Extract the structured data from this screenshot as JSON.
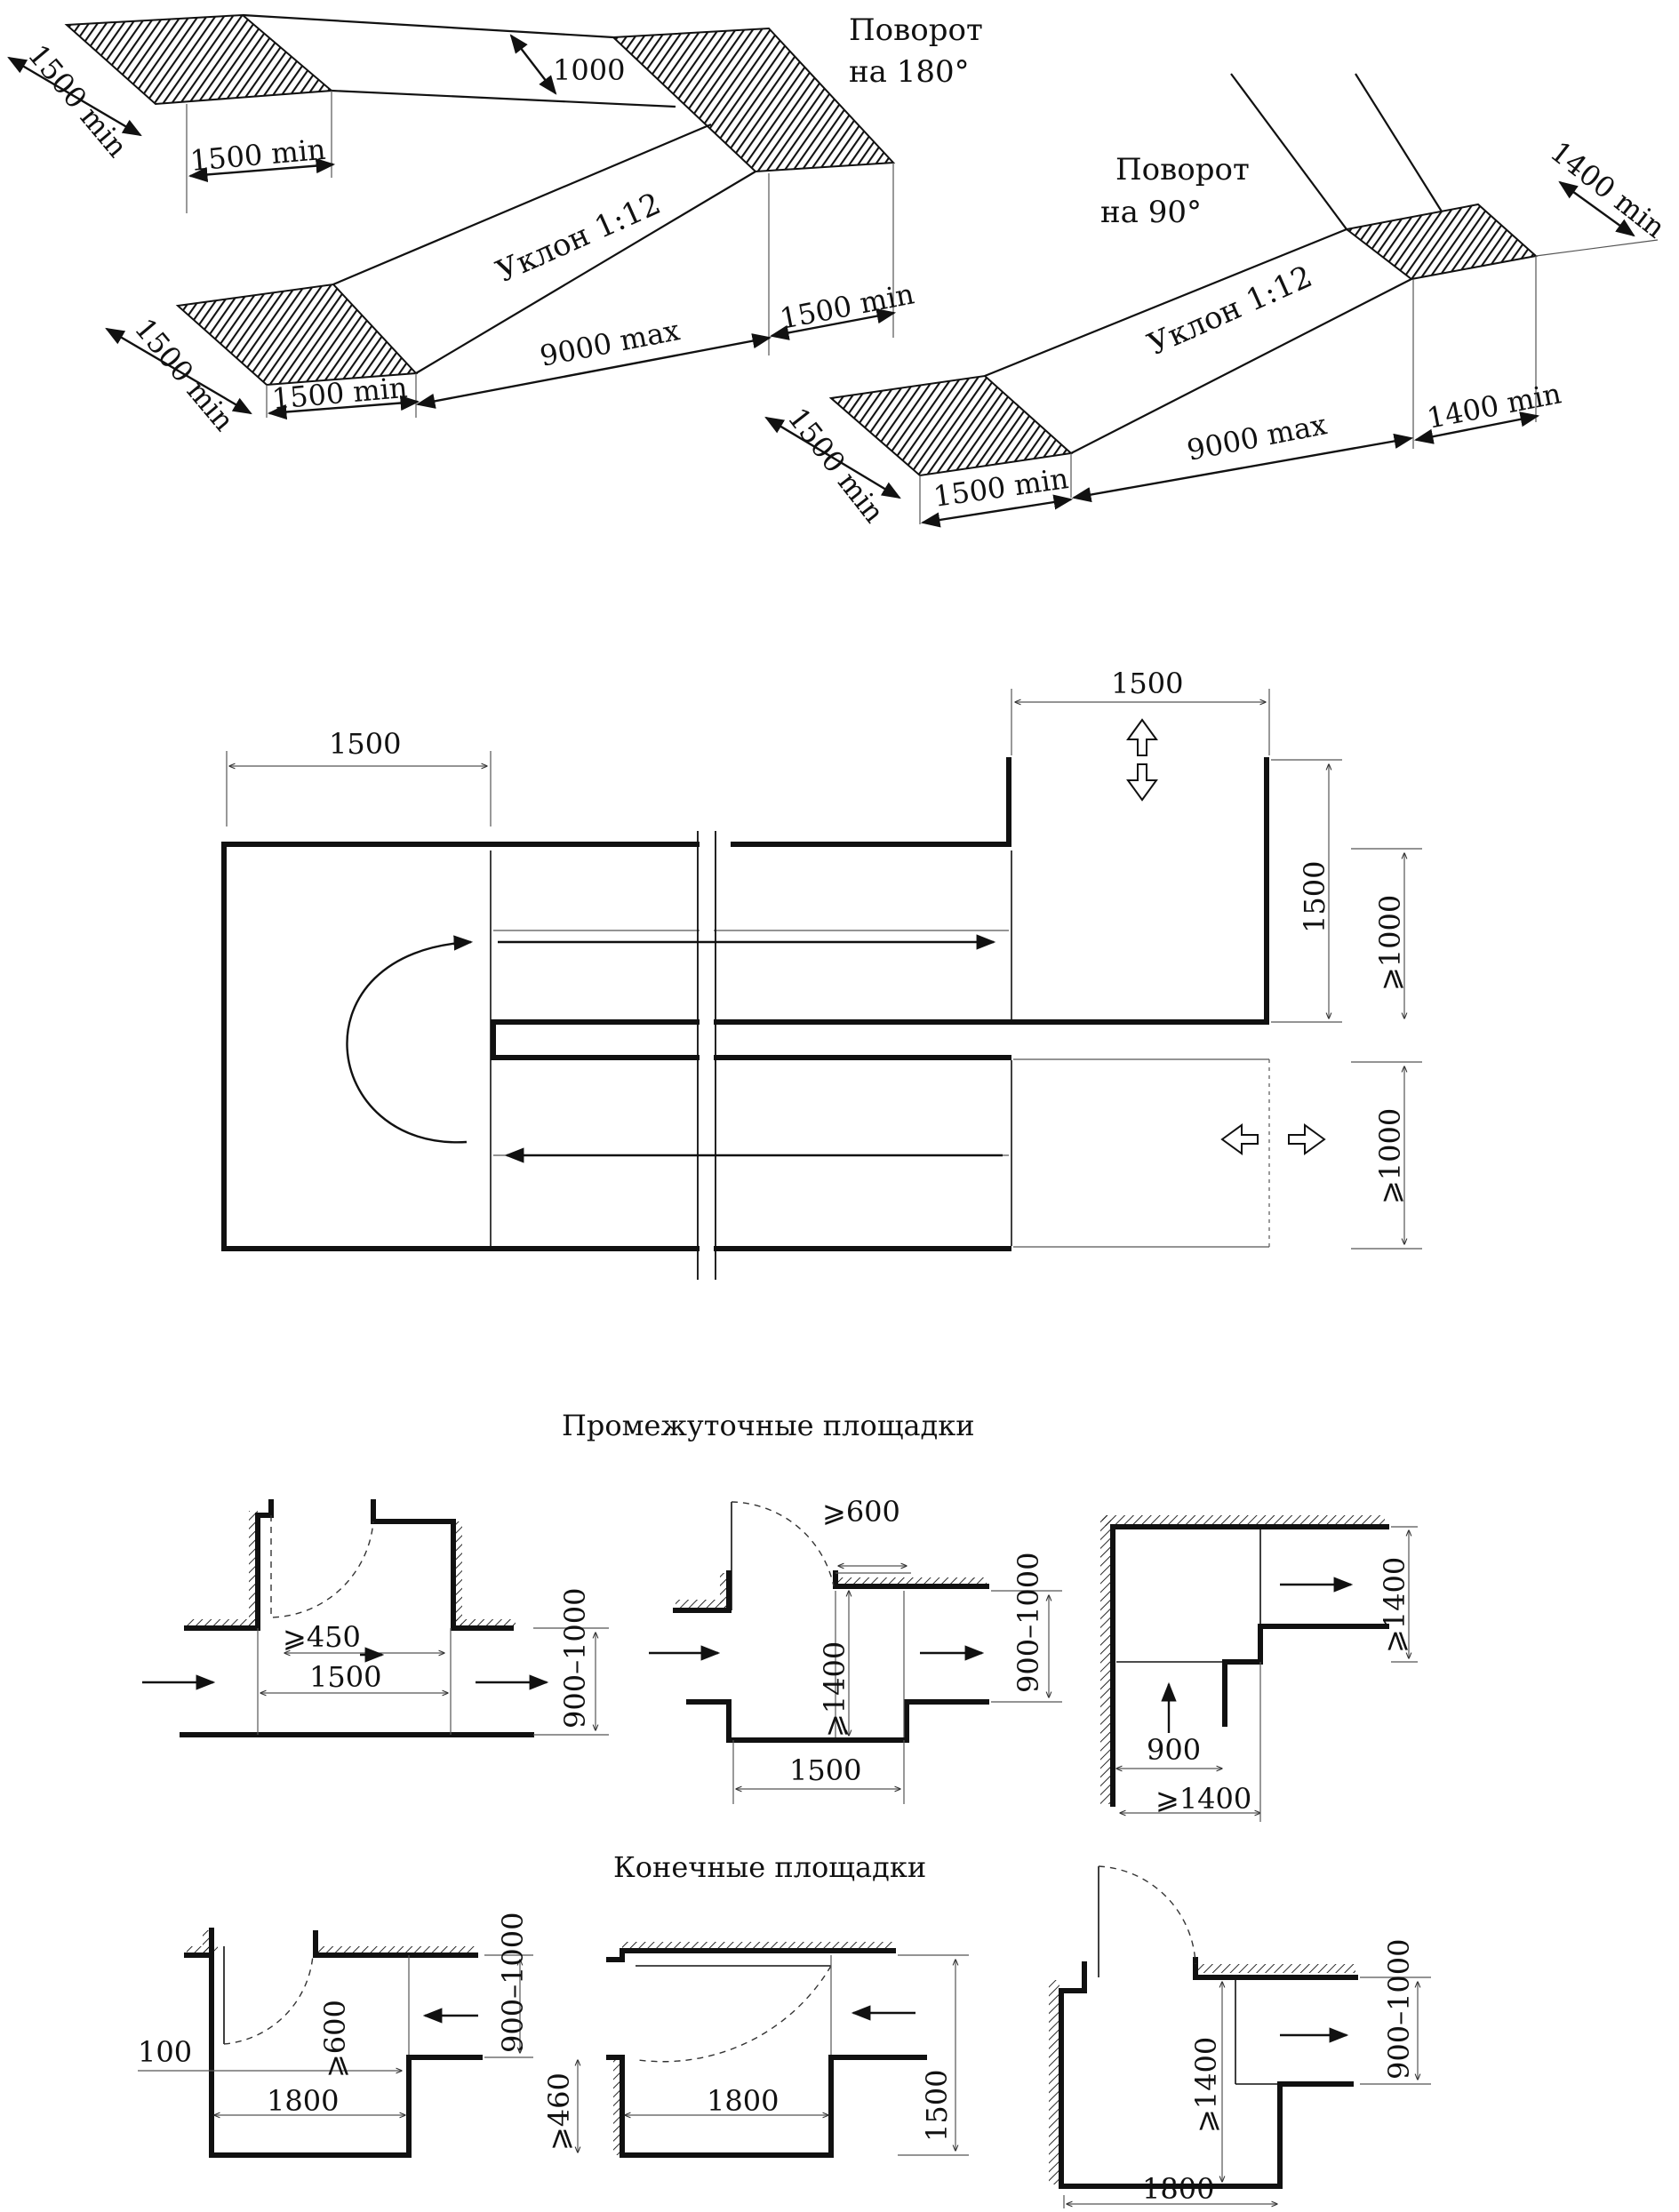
{
  "top_left": {
    "title_line1": "Поворот",
    "title_line2": "на 180°",
    "slope": "Уклон 1:12",
    "d_1000": "1000",
    "d_upper_side": "1500 min",
    "d_upper_bottom": "1500 min",
    "d_lower_side": "1500 min",
    "d_lower_bottom": "1500 min",
    "d_length": "9000 max",
    "d_right": "1500 min"
  },
  "top_right": {
    "title_line1": "Поворот",
    "title_line2": "на 90°",
    "slope": "Уклон 1:12",
    "d_upper_side": "1400 min",
    "d_upper_bottom": "1400 min",
    "d_length": "9000 max",
    "d_lower_side": "1500 min",
    "d_lower_bottom": "1500 min"
  },
  "plan": {
    "d_left_top": "1500",
    "d_right_top": "1500",
    "d_right_height": "1500",
    "d_upper_width": "⩾1000",
    "d_lower_width": "⩾1000"
  },
  "intermediate": {
    "heading": "Промежуточные площадки",
    "a_min": "⩾450",
    "a_width": "1500",
    "a_height": "900–1000",
    "b_door": "⩾600",
    "b_depth": "⩾1400",
    "b_width": "1500",
    "b_height": "900–1000",
    "c_height": "⩾1400",
    "c_900": "900",
    "c_width": "⩾1400"
  },
  "final": {
    "heading": "Конечные площадки",
    "a_100": "100",
    "a_min": "⩾600",
    "a_width": "1800",
    "a_height": "900–1000",
    "b_460": "⩾460",
    "b_width": "1800",
    "b_height": "1500",
    "c_depth": "⩾1400",
    "c_width": "1800",
    "c_height": "900–1000"
  }
}
